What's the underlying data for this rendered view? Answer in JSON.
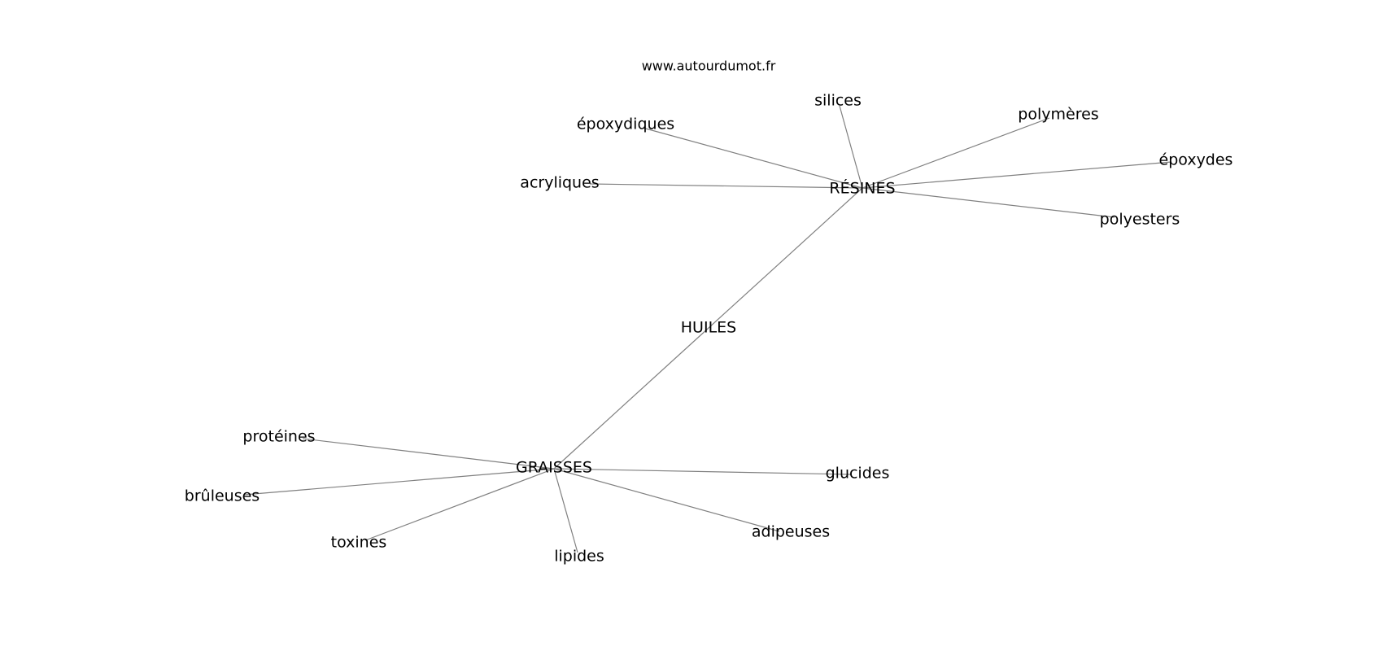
{
  "source": "www.autourdumot.fr",
  "graph": {
    "center": "HUILES",
    "nodes": [
      {
        "id": "huiles",
        "label": "HUILES"
      },
      {
        "id": "resines",
        "label": "RÉSINES"
      },
      {
        "id": "graisses",
        "label": "GRAISSES"
      },
      {
        "id": "silices",
        "label": "silices"
      },
      {
        "id": "epoxydiques",
        "label": "époxydiques"
      },
      {
        "id": "polymeres",
        "label": "polymères"
      },
      {
        "id": "acryliques",
        "label": "acryliques"
      },
      {
        "id": "epoxydes",
        "label": "époxydes"
      },
      {
        "id": "polyesters",
        "label": "polyesters"
      },
      {
        "id": "proteines",
        "label": "protéines"
      },
      {
        "id": "bruleuses",
        "label": "brûleuses"
      },
      {
        "id": "glucides",
        "label": "glucides"
      },
      {
        "id": "adipeuses",
        "label": "adipeuses"
      },
      {
        "id": "toxines",
        "label": "toxines"
      },
      {
        "id": "lipides",
        "label": "lipides"
      }
    ],
    "edges": [
      [
        "huiles",
        "resines"
      ],
      [
        "huiles",
        "graisses"
      ],
      [
        "resines",
        "silices"
      ],
      [
        "resines",
        "epoxydiques"
      ],
      [
        "resines",
        "polymeres"
      ],
      [
        "resines",
        "acryliques"
      ],
      [
        "resines",
        "epoxydes"
      ],
      [
        "resines",
        "polyesters"
      ],
      [
        "graisses",
        "proteines"
      ],
      [
        "graisses",
        "bruleuses"
      ],
      [
        "graisses",
        "glucides"
      ],
      [
        "graisses",
        "adipeuses"
      ],
      [
        "graisses",
        "toxines"
      ],
      [
        "graisses",
        "lipides"
      ]
    ]
  }
}
